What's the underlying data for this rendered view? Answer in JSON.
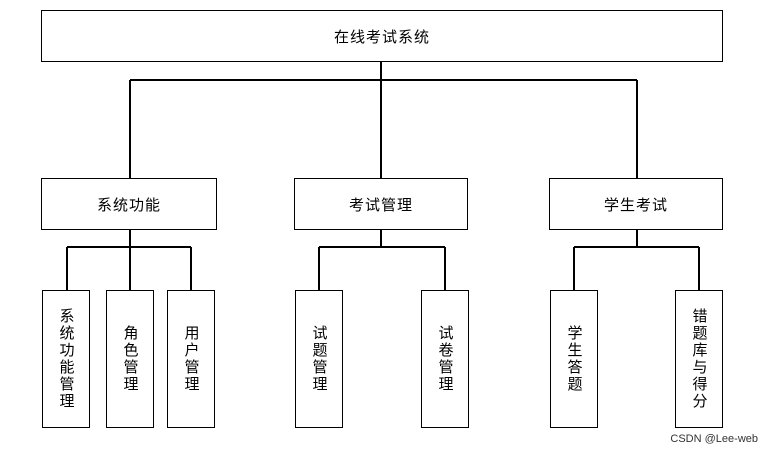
{
  "root": {
    "label": "在线考试系统"
  },
  "branches": [
    {
      "label": "系统功能",
      "children": [
        "系统功能管理",
        "角色管理",
        "用户管理"
      ]
    },
    {
      "label": "考试管理",
      "children": [
        "试题管理",
        "试卷管理"
      ]
    },
    {
      "label": "学生考试",
      "children": [
        "学生答题",
        "错题库与得分"
      ]
    }
  ],
  "watermark": "CSDN @Lee-web",
  "colors": {
    "line": "#000000",
    "box_border": "#000000",
    "background": "#ffffff"
  }
}
